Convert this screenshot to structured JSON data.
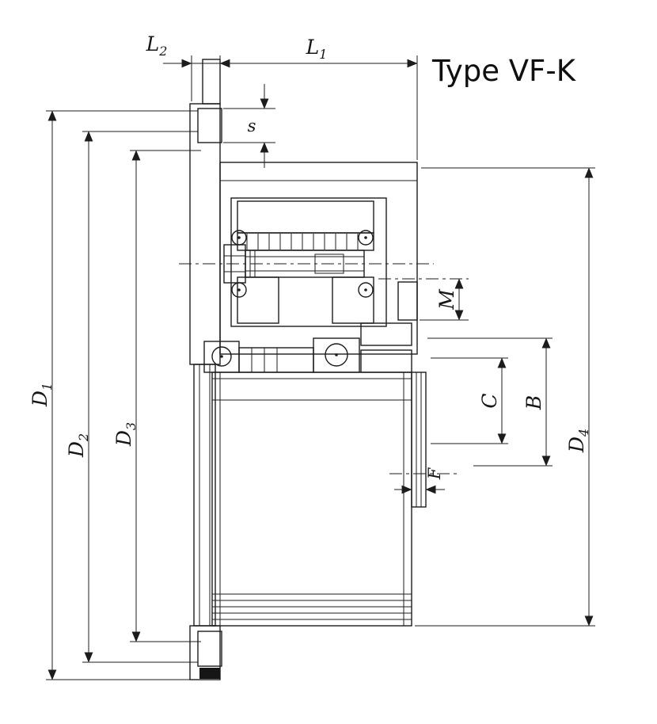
{
  "title": "Type VF-K",
  "labels": {
    "L1": {
      "base": "L",
      "sub": "1"
    },
    "L2": {
      "base": "L",
      "sub": "2"
    },
    "s": "s",
    "M": "M",
    "C": "C",
    "B": "B",
    "F": "F",
    "D1": {
      "base": "D",
      "sub": "1"
    },
    "D2": {
      "base": "D",
      "sub": "2"
    },
    "D3": {
      "base": "D",
      "sub": "3"
    },
    "D4": {
      "base": "D",
      "sub": "4"
    }
  },
  "colors": {
    "ink": "#1c1c1c",
    "paper": "#ffffff",
    "hatch": "#2f2f2f"
  }
}
